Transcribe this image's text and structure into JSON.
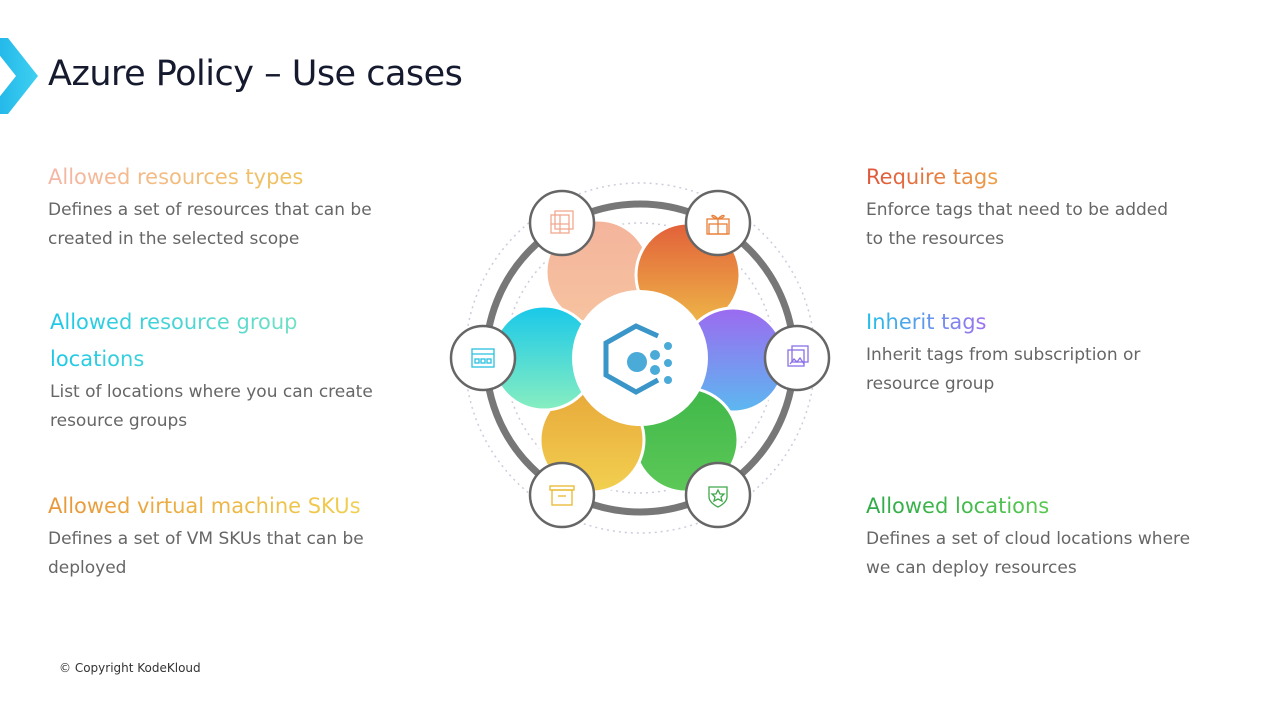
{
  "title": "Azure Policy – Use cases",
  "left": [
    {
      "heading": "Allowed resources types",
      "desc": "Defines a set of resources that can be created in the selected scope"
    },
    {
      "heading": "Allowed resource group locations",
      "desc": "List of locations where you can create resource groups"
    },
    {
      "heading": "Allowed virtual machine SKUs",
      "desc": "Defines a set of VM SKUs that can be deployed"
    }
  ],
  "right": [
    {
      "heading": "Require tags",
      "desc": "Enforce tags that need to be added to the resources"
    },
    {
      "heading": "Inherit tags",
      "desc": "Inherit tags from subscription or resource group"
    },
    {
      "heading": "Allowed locations",
      "desc": "Defines a set of cloud locations where we can deploy resources"
    }
  ],
  "footer": "© Copyright KodeKloud",
  "colors": {
    "peach": "#f4b89c",
    "orange": "#e8703a",
    "purple": "#9a6cf0",
    "green": "#3fb94c",
    "yellow": "#eec640",
    "cyan": "#22cce8",
    "azure": "#3a9ed0"
  }
}
